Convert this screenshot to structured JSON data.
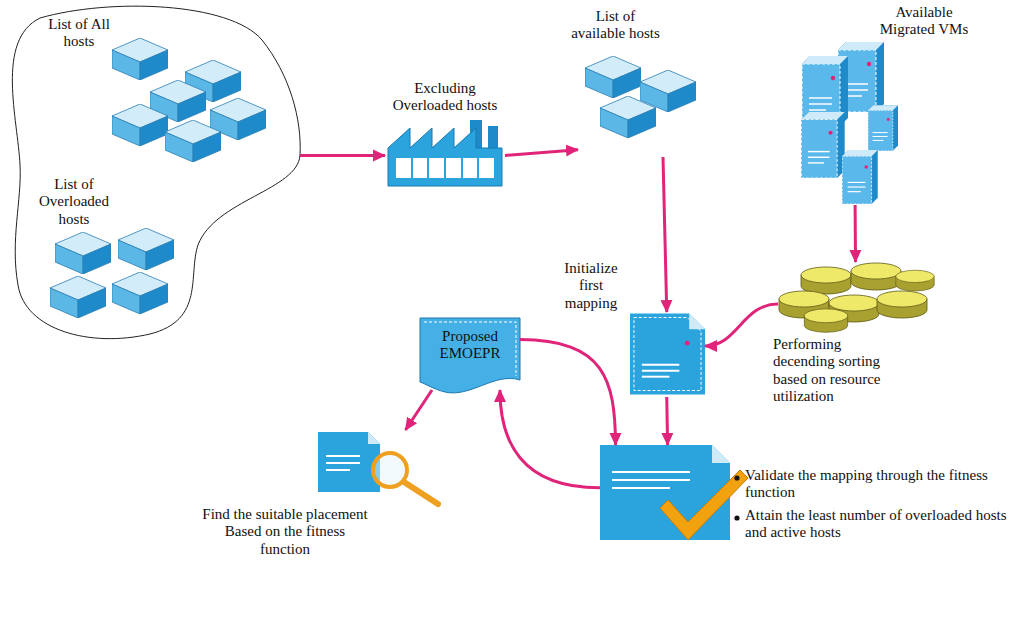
{
  "diagram": {
    "nodes": [
      {
        "text": [
          "List of All hosts"
        ]
      },
      {
        "text": [
          "List of Overloaded hosts"
        ]
      },
      {
        "text": [
          "Excluding Overloaded hosts"
        ]
      },
      {
        "text": [
          "List of available hosts"
        ]
      },
      {
        "text": [
          "Available Migrated VMs"
        ]
      },
      {
        "text": [
          "Performing decending sorting based on resource utilization"
        ]
      },
      {
        "text": [
          "Initialize first mapping"
        ]
      },
      {
        "text": [
          "Proposed EMOEPR"
        ]
      },
      {
        "text": [
          "Validate the mapping through the fitness function",
          "Attain the least number of overloaded hosts and active hosts"
        ]
      },
      {
        "text": [
          "Find the suitable placement Based on the fitness function"
        ]
      }
    ],
    "edges": [
      {
        "from": 0,
        "to": 2,
        "arrow": "to"
      },
      {
        "from": 2,
        "to": 3,
        "arrow": "to"
      },
      {
        "from": 3,
        "to": 6,
        "arrow": "to"
      },
      {
        "from": 4,
        "to": 5,
        "arrow": "to"
      },
      {
        "from": 5,
        "to": 6,
        "arrow": "to"
      },
      {
        "from": 6,
        "to": 8,
        "arrow": "to"
      },
      {
        "from": 7,
        "to": 8,
        "arrow": "to"
      },
      {
        "from": 8,
        "to": 7,
        "arrow": "to"
      },
      {
        "from": 7,
        "to": 9,
        "arrow": "to"
      }
    ]
  }
}
